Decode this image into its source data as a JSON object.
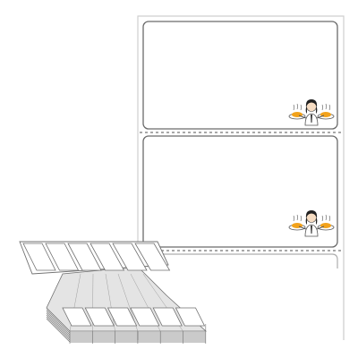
{
  "colors": {
    "background": "#ffffff",
    "liner_stroke": "#cfcfcf",
    "label_stroke": "#6a6a6a",
    "perforation": "#8c8c8c",
    "fanfold_fill": "#e4e4e4",
    "fanfold_stroke": "#707070",
    "chef_hair": "#222222",
    "chef_skin": "#f6dcc2",
    "chef_coat": "#ffffff",
    "chef_tie": "#333333",
    "dish_food": "#f2a21b",
    "dish_plate": "#ffffff",
    "dish_outline": "#555555"
  },
  "labels": [
    {
      "name": "label-top",
      "graphic": "chef-serving-dishes-icon"
    },
    {
      "name": "label-bottom",
      "graphic": "chef-serving-dishes-icon"
    }
  ],
  "fanfold": {
    "graphic": "fanfold-label-stack-icon",
    "top_panel_labels": 6,
    "front_column_labels": 6
  }
}
